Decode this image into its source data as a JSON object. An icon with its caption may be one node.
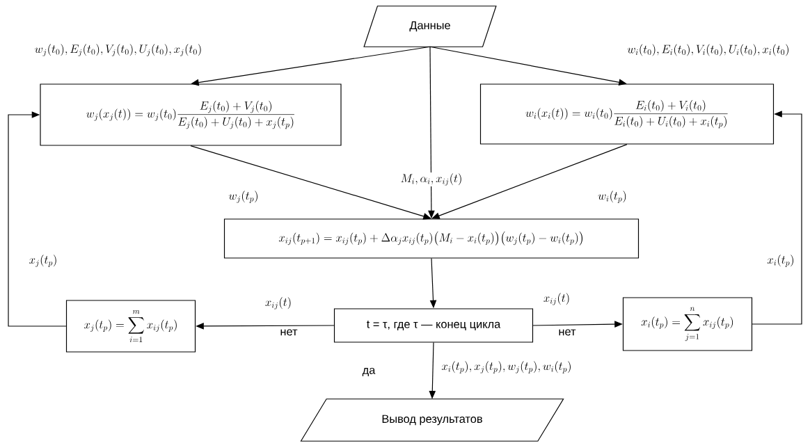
{
  "diagram": {
    "nodes": [
      {
        "text": [
          "Данные"
        ]
      },
      {
        "text": [
          "w_j(x_j(t))=w_j(t_0)\\frac{E_j(t_0)+V_j(t_0)}{E_j(t_0)+U_j(t_0)+x_j(t_p)}"
        ]
      },
      {
        "text": [
          "w_i(x_i(t))=w_i(t_0)\\frac{E_i(t_0)+V_i(t_0)}{E_i(t_0)+U_i(t_0)+x_i(t_p)}"
        ]
      },
      {
        "text": [
          "x_{ij}(t_{p+1})=x_{ij}(t_p)+\\Delta\\alpha_j x_{ij}(t_p)\\bigl(M_i-x_i(t_p)\\bigr)\\bigl(w_j(t_p)-w_i(t_p)\\bigr)"
        ]
      },
      {
        "text": [
          "t = τ, где τ — конец цикла"
        ]
      },
      {
        "text": [
          "x_j(t_p)=\\sum_{i=1}^{m}x_{ij}(t_p)"
        ]
      },
      {
        "text": [
          "x_i(t_p)=\\sum_{j=1}^{n}x_{ij}(t_p)"
        ]
      },
      {
        "text": [
          "Вывод результатов"
        ]
      }
    ],
    "edges": [
      {
        "from": 0,
        "to": 1,
        "arrow": "to",
        "label": "w_j(t_0),E_j(t_0),V_j(t_0),U_j(t_0),x_j(t_0)"
      },
      {
        "from": 0,
        "to": 2,
        "arrow": "to",
        "label": "w_i(t_0),E_i(t_0),V_i(t_0),U_i(t_0),x_i(t_0)"
      },
      {
        "from": 0,
        "to": 3,
        "arrow": "to",
        "label": "M_i,\\alpha_i,x_{ij}(t)"
      },
      {
        "from": 1,
        "to": 3,
        "arrow": "to",
        "label": "w_j(t_p)"
      },
      {
        "from": 2,
        "to": 3,
        "arrow": "to",
        "label": "w_i(t_p)"
      },
      {
        "from": 3,
        "to": 4,
        "arrow": "to"
      },
      {
        "from": 4,
        "to": 5,
        "arrow": "to",
        "label": "x_{ij}(t)"
      },
      {
        "from": 4,
        "to": 6,
        "arrow": "to",
        "label": "x_{ij}(t)"
      },
      {
        "from": 4,
        "to": 7,
        "arrow": "to",
        "label": "x_i(t_p),x_j(t_p),w_j(t_p),w_i(t_p)"
      },
      {
        "from": 5,
        "to": 1,
        "arrow": "to",
        "label": "x_j(t_p)"
      },
      {
        "from": 6,
        "to": 2,
        "arrow": "to",
        "label": "x_i(t_p)"
      }
    ],
    "labels": [
      "нет",
      "нет",
      "да"
    ]
  }
}
